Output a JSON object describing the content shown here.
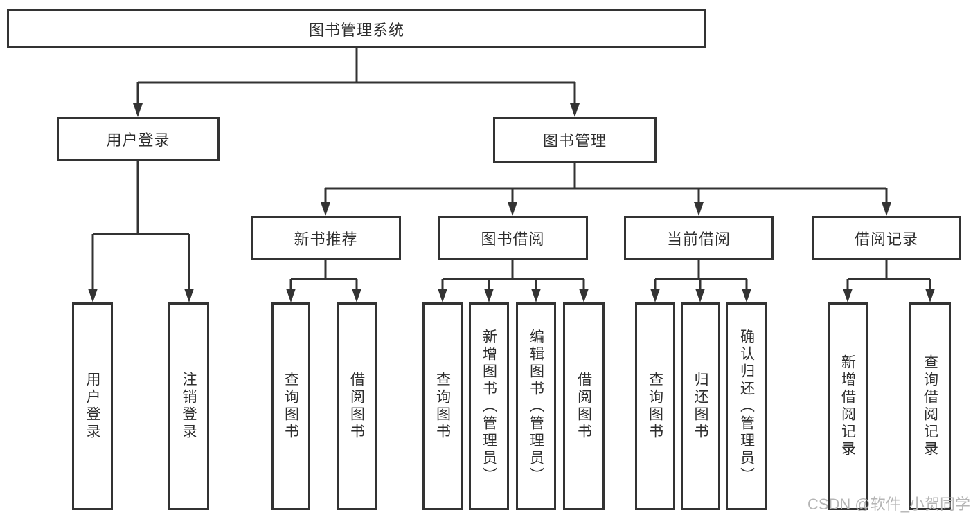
{
  "diagram": {
    "root": {
      "label": "图书管理系统"
    },
    "branches": [
      {
        "label": "用户登录",
        "children": [
          {
            "label": "用户登录"
          },
          {
            "label": "注销登录"
          }
        ]
      },
      {
        "label": "图书管理",
        "children": [
          {
            "label": "新书推荐",
            "children": [
              {
                "label": "查询图书"
              },
              {
                "label": "借阅图书"
              }
            ]
          },
          {
            "label": "图书借阅",
            "children": [
              {
                "label": "查询图书"
              },
              {
                "label": "新增图书（管理员）"
              },
              {
                "label": "编辑图书（管理员）"
              },
              {
                "label": "借阅图书"
              }
            ]
          },
          {
            "label": "当前借阅",
            "children": [
              {
                "label": "查询图书"
              },
              {
                "label": "归还图书"
              },
              {
                "label": "确认归还（管理员）"
              }
            ]
          },
          {
            "label": "借阅记录",
            "children": [
              {
                "label": "新增借阅记录"
              },
              {
                "label": "查询借阅记录"
              }
            ]
          }
        ]
      }
    ]
  },
  "watermark": {
    "text": "CSDN @软件_小贺同学"
  },
  "colors": {
    "line": "#333333",
    "box_border": "#333333",
    "text": "#2e2e2e",
    "background": "#ffffff",
    "watermark": "#b5b5b5"
  }
}
